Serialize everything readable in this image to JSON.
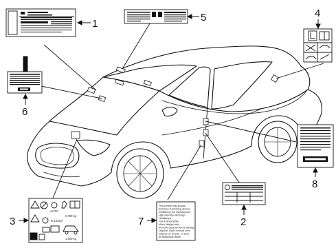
{
  "callouts": [
    {
      "id": "1",
      "text": "1"
    },
    {
      "id": "2",
      "text": "2"
    },
    {
      "id": "3",
      "text": "3"
    },
    {
      "id": "4",
      "text": "4"
    },
    {
      "id": "5",
      "text": "5"
    },
    {
      "id": "6",
      "text": "6"
    },
    {
      "id": "7",
      "text": "7"
    },
    {
      "id": "8",
      "text": "8"
    }
  ],
  "label3": {
    "auto_text": "AUTO",
    "refrigerant": "R-1234yf",
    "weight_top": "0.700 kg",
    "weight_bottom": "1.500 kg"
  },
  "label7": {
    "lines": [
      "This vehicle may include",
      "Emission Controlling devices",
      "Installed by the manufacturer:",
      "High-intensity discharge",
      "Headlamps",
      "Gas in Automobile",
      "Mirror display units",
      "Remove capacity before salvage",
      "Dispose! Upon removal once",
      "Dispose of, recycle, or store",
      "as hazardous waste"
    ]
  }
}
